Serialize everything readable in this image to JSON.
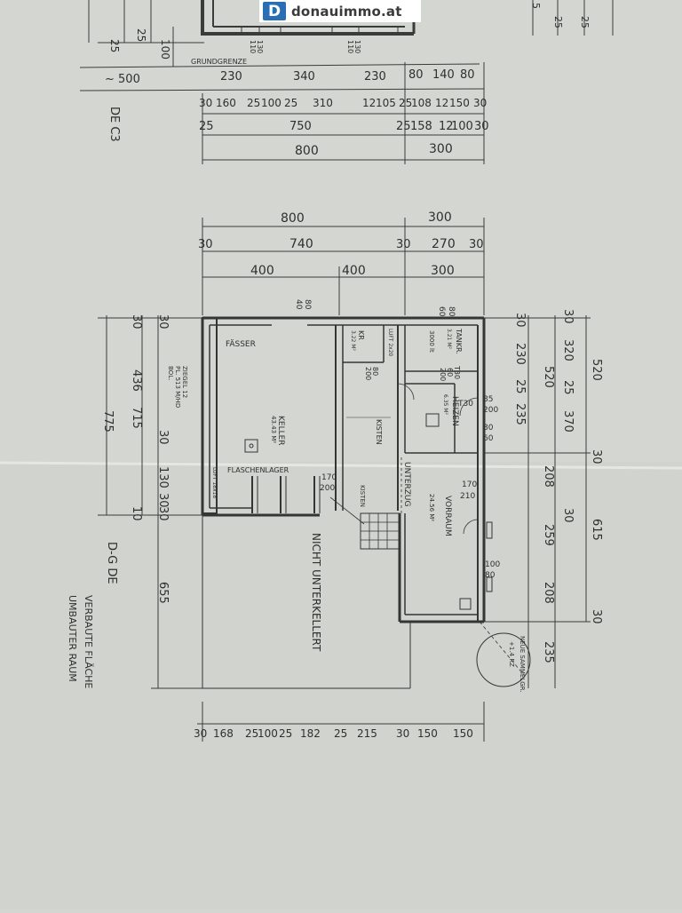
{
  "logo": {
    "mark": "D",
    "text": "donauimmo.at"
  },
  "top": {
    "left_marks": [
      "25",
      "25",
      "100"
    ],
    "grundgrenze": "GRUNDGRENZE",
    "wall_marks": [
      "110",
      "130",
      "110",
      "130"
    ],
    "right_marks": [
      "5",
      "25",
      "25"
    ],
    "row1": [
      "~ 500",
      "230",
      "340",
      "230",
      "80",
      "140",
      "80"
    ],
    "row2": [
      "30",
      "160",
      "25",
      "100",
      "25",
      "310",
      "12",
      "105",
      "25",
      "108",
      "12",
      "150",
      "30"
    ],
    "row3": [
      "25",
      "750",
      "25",
      "158",
      "12",
      "100",
      "30"
    ],
    "row4": [
      "800",
      "300"
    ],
    "stamp": "DE C3"
  },
  "plan": {
    "dims_top": [
      "800",
      "300",
      "30",
      "740",
      "30",
      "270",
      "30",
      "400",
      "400",
      "300"
    ],
    "small_top": [
      "40",
      "80",
      "80",
      "60"
    ],
    "left_dims": [
      "30",
      "436",
      "715",
      "775",
      "30",
      "30",
      "130",
      "30",
      "655",
      "10",
      "30"
    ],
    "left_note": [
      "ZIEGEL 12",
      "PL. 513 M/HD",
      "BOL."
    ],
    "right_inner": [
      "30",
      "230",
      "25",
      "235",
      "208",
      "259",
      "208"
    ],
    "right_mid": [
      "30",
      "320",
      "520",
      "25",
      "370",
      "30",
      "235"
    ],
    "right_outer": [
      "520",
      "30",
      "615",
      "30"
    ],
    "bottom": [
      "30",
      "168",
      "25",
      "100",
      "25",
      "182",
      "25",
      "215",
      "30",
      "150",
      "150"
    ],
    "rooms": {
      "faesser": "FÄSSER",
      "keller": "KELLER",
      "keller_area": "43.43 M²",
      "flaschen": "FLASCHENLAGER",
      "lift1": "LUFT 2x20",
      "lift2": "LUFT 18x18",
      "kr": "KR",
      "kr_area": "3.22 M²",
      "kr_door": [
        "80",
        "200"
      ],
      "kisten1": "KISTEN",
      "kisten2": "KISTEN",
      "stair_door": [
        "170",
        "200"
      ],
      "tankr": "TANKR.",
      "tank_area": "3.21 M²",
      "tank": "3000 lt",
      "t30": "T30",
      "t30_door": [
        "60",
        "200"
      ],
      "t30b": "T30",
      "t30b_door": [
        "85",
        "200"
      ],
      "heizen": "HEIZEN",
      "heiz_area": "6.35 M²",
      "heiz_dims": [
        "80",
        "60"
      ],
      "vorraum": "VORRAUM",
      "vorraum_area": "24.56 M²",
      "vor_door": [
        "170",
        "210"
      ],
      "vor_door2": [
        "100",
        "80"
      ],
      "unterz": "UNTERZUG",
      "nicht": "NICHT UNTERKELLERT",
      "sammel": "NEUE SAMMELGR.",
      "sammel_val": "+1.4 RZ",
      "stamp2": "D-G DE",
      "verbaut1": "VERBAUTE FLÄCHE",
      "verbaut2": "UMBAUTER RAUM"
    }
  }
}
